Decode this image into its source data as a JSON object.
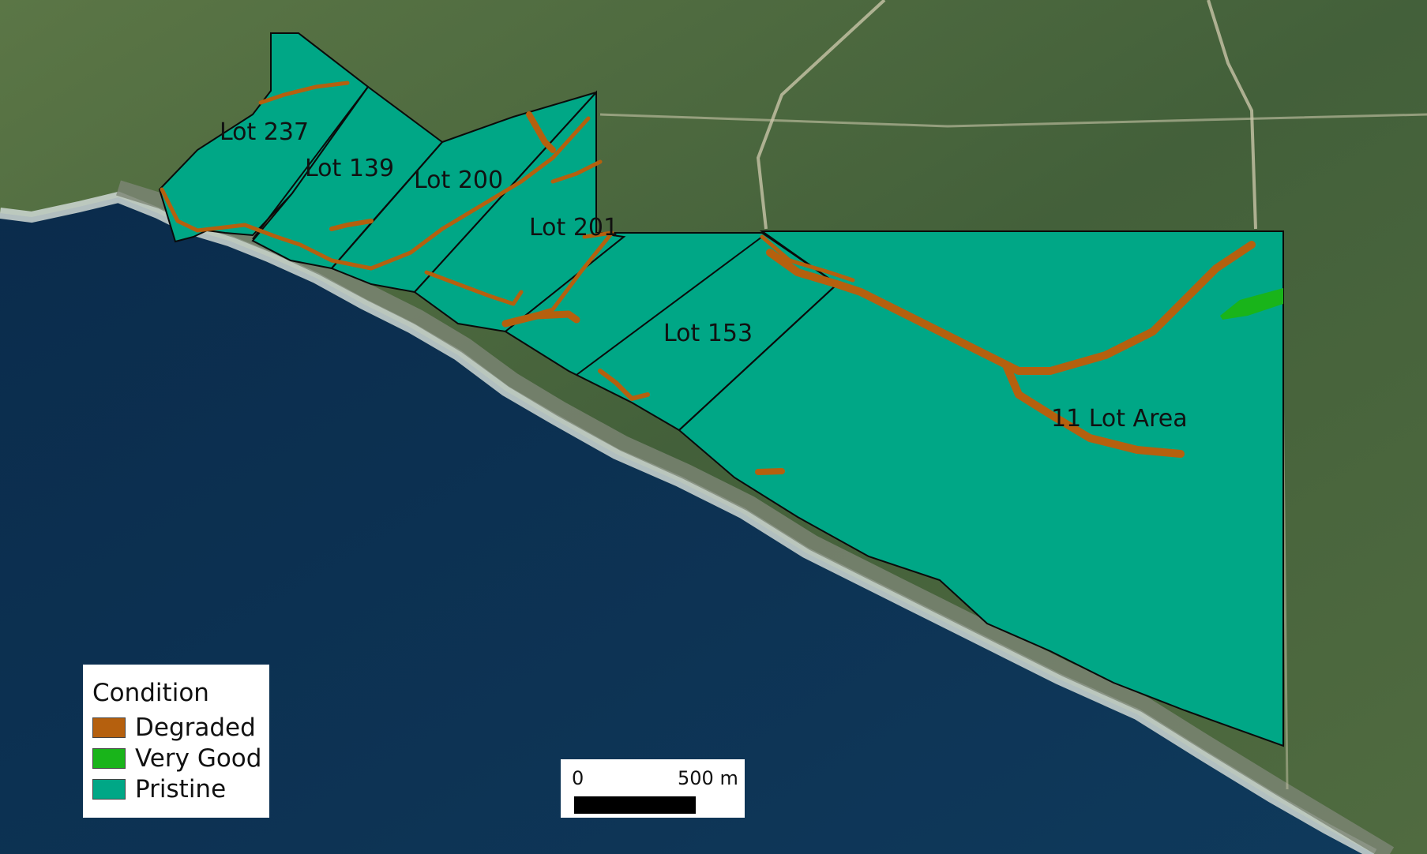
{
  "colors": {
    "sea": "#0d2f4f",
    "land": "#3f5a32",
    "pristine": "#00a786",
    "degraded": "#b5600e",
    "very_good": "#19b41a"
  },
  "lots": {
    "lot237": "Lot 237",
    "lot139": "Lot 139",
    "lot200": "Lot 200",
    "lot201": "Lot 201",
    "lot153": "Lot 153",
    "eleven": "11 Lot Area"
  },
  "legend": {
    "title": "Condition",
    "items": [
      {
        "label": "Degraded",
        "color": "#b5600e"
      },
      {
        "label": "Very Good",
        "color": "#19b41a"
      },
      {
        "label": "Pristine",
        "color": "#00a786"
      }
    ]
  },
  "scale": {
    "zero": "0",
    "end": "500 m"
  }
}
